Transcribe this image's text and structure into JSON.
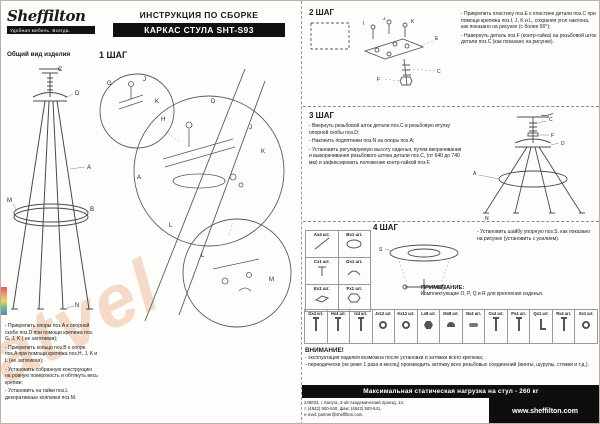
{
  "left_page": {
    "logo": {
      "brand": "Sheffilton",
      "tagline": "Удобная мебель. Всегда."
    },
    "header": {
      "title": "ИНСТРУКЦИЯ ПО СБОРКЕ",
      "subtitle": "КАРКАС СТУЛА SHT-S93"
    },
    "overview_label": "Общий вид изделия",
    "step1_label": "1 ШАГ",
    "step1_notes": [
      "- Прикрепить опоры поз.A к опорной скобе поз.D при помощи крепежа поз. G, J, K ( не затягивая);",
      "- Прикрепить кольцо поз.B к опоре поз.A при помощи крепежа поз.H, J, K и L (не затягивая);",
      "- Установить собранную конструкцию на ровную поверхность и обтянуть весь крепеж;",
      "- Установить на гайки поз.L декоративные колпачки поз.M."
    ],
    "overview_labels": {
      "c": "C",
      "d": "D",
      "a": "A",
      "b": "B",
      "n": "N",
      "m": "M"
    },
    "step1_labels": {
      "g": "G",
      "j1": "J",
      "k1": "K",
      "h": "H",
      "j2": "J",
      "k2": "K",
      "l1": "L",
      "d": "D",
      "a": "A",
      "l2": "L",
      "m": "M"
    },
    "watermark": "atvel"
  },
  "right_page": {
    "step2_label": "2 ШАГ",
    "step2_notes": [
      "- Прикрепить пластину поз.E к пластине детали поз.C при помощи крепежа поз.I, J, K и L, сохраняя угол наклона, как показано на рисунке (с более 90°);",
      "- Навернуть деталь поз.F (контр-гайка) на резьбовой шток детали поз.C (как показано на рисунке)."
    ],
    "step2_diagram_labels": {
      "i": "I",
      "j": "J",
      "k": "K",
      "e": "E",
      "c": "C",
      "f": "F"
    },
    "step3_label": "3 ШАГ",
    "step3_notes": [
      "- Ввернуть резьбовой шток детали поз.C в резьбовую втулку опорной скобы поз.D;",
      "- Наклеить подпятники поз.N на опоры поз.A;",
      "- Установить регулируемую высоту сиденья, путем вворачивания и выворачивания резьбового штока детали поз.C, (от 640 до 740 мм) и зафиксировать положение контр-гайкой поз.F."
    ],
    "step3_diagram_labels": {
      "c": "C",
      "f": "F",
      "d": "D",
      "a": "A",
      "n": "N"
    },
    "step4_label": "4 ШАГ",
    "step4_note": "- Установить шайбу упорную поз.S, как показано на рисунке (установить с усилием).",
    "step4_diagram_labels": {
      "s": "S"
    },
    "note_title": "ПРИМЕЧАНИЕ:",
    "note_text": "Комплектующие O, P, Q и R для крепления сиденья.",
    "parts": [
      {
        "label": "Aх4 шт."
      },
      {
        "label": "Bх1 шт."
      },
      {
        "label": "Cх1 шт."
      },
      {
        "label": "Dх1 шт."
      },
      {
        "label": "Eх1 шт."
      },
      {
        "label": "Fх1 шт."
      }
    ],
    "hardware": [
      {
        "label": "Gх4 шт."
      },
      {
        "label": "Hх4 шт."
      },
      {
        "label": "Iх4 шт."
      },
      {
        "label": "Jх12 шт."
      },
      {
        "label": "Kх12 шт."
      },
      {
        "label": "Lх8 шт."
      },
      {
        "label": "Mх8 шт."
      },
      {
        "label": "Nх4 шт."
      },
      {
        "label": "Oх4 шт."
      },
      {
        "label": "Pх4 шт."
      },
      {
        "label": "Qх1 шт."
      },
      {
        "label": "Rх4 шт."
      },
      {
        "label": "Sх1 шт."
      }
    ],
    "warning_title": "ВНИМАНИЕ!",
    "warning_notes": [
      "- эксплуатация изделия возможна после установки и затяжки всего крепежа;",
      "- периодически (не реже 1 раза в месяц) производить затяжку всех резьбовых соединений (винты, шурупы, стяжки и т.д.)."
    ],
    "load_bar": "Максимальная статическая нагрузка на стул - 260 кг",
    "footer": {
      "address_line1": "248033, г. Калуга, 2-ой Академический проезд, 13,",
      "address_line2": "т. (4842) 500-540, факс (4842) 500-541,",
      "address_line3": "e-mail: partner@sheffilton.com",
      "website": "www.sheffilton.com"
    }
  }
}
